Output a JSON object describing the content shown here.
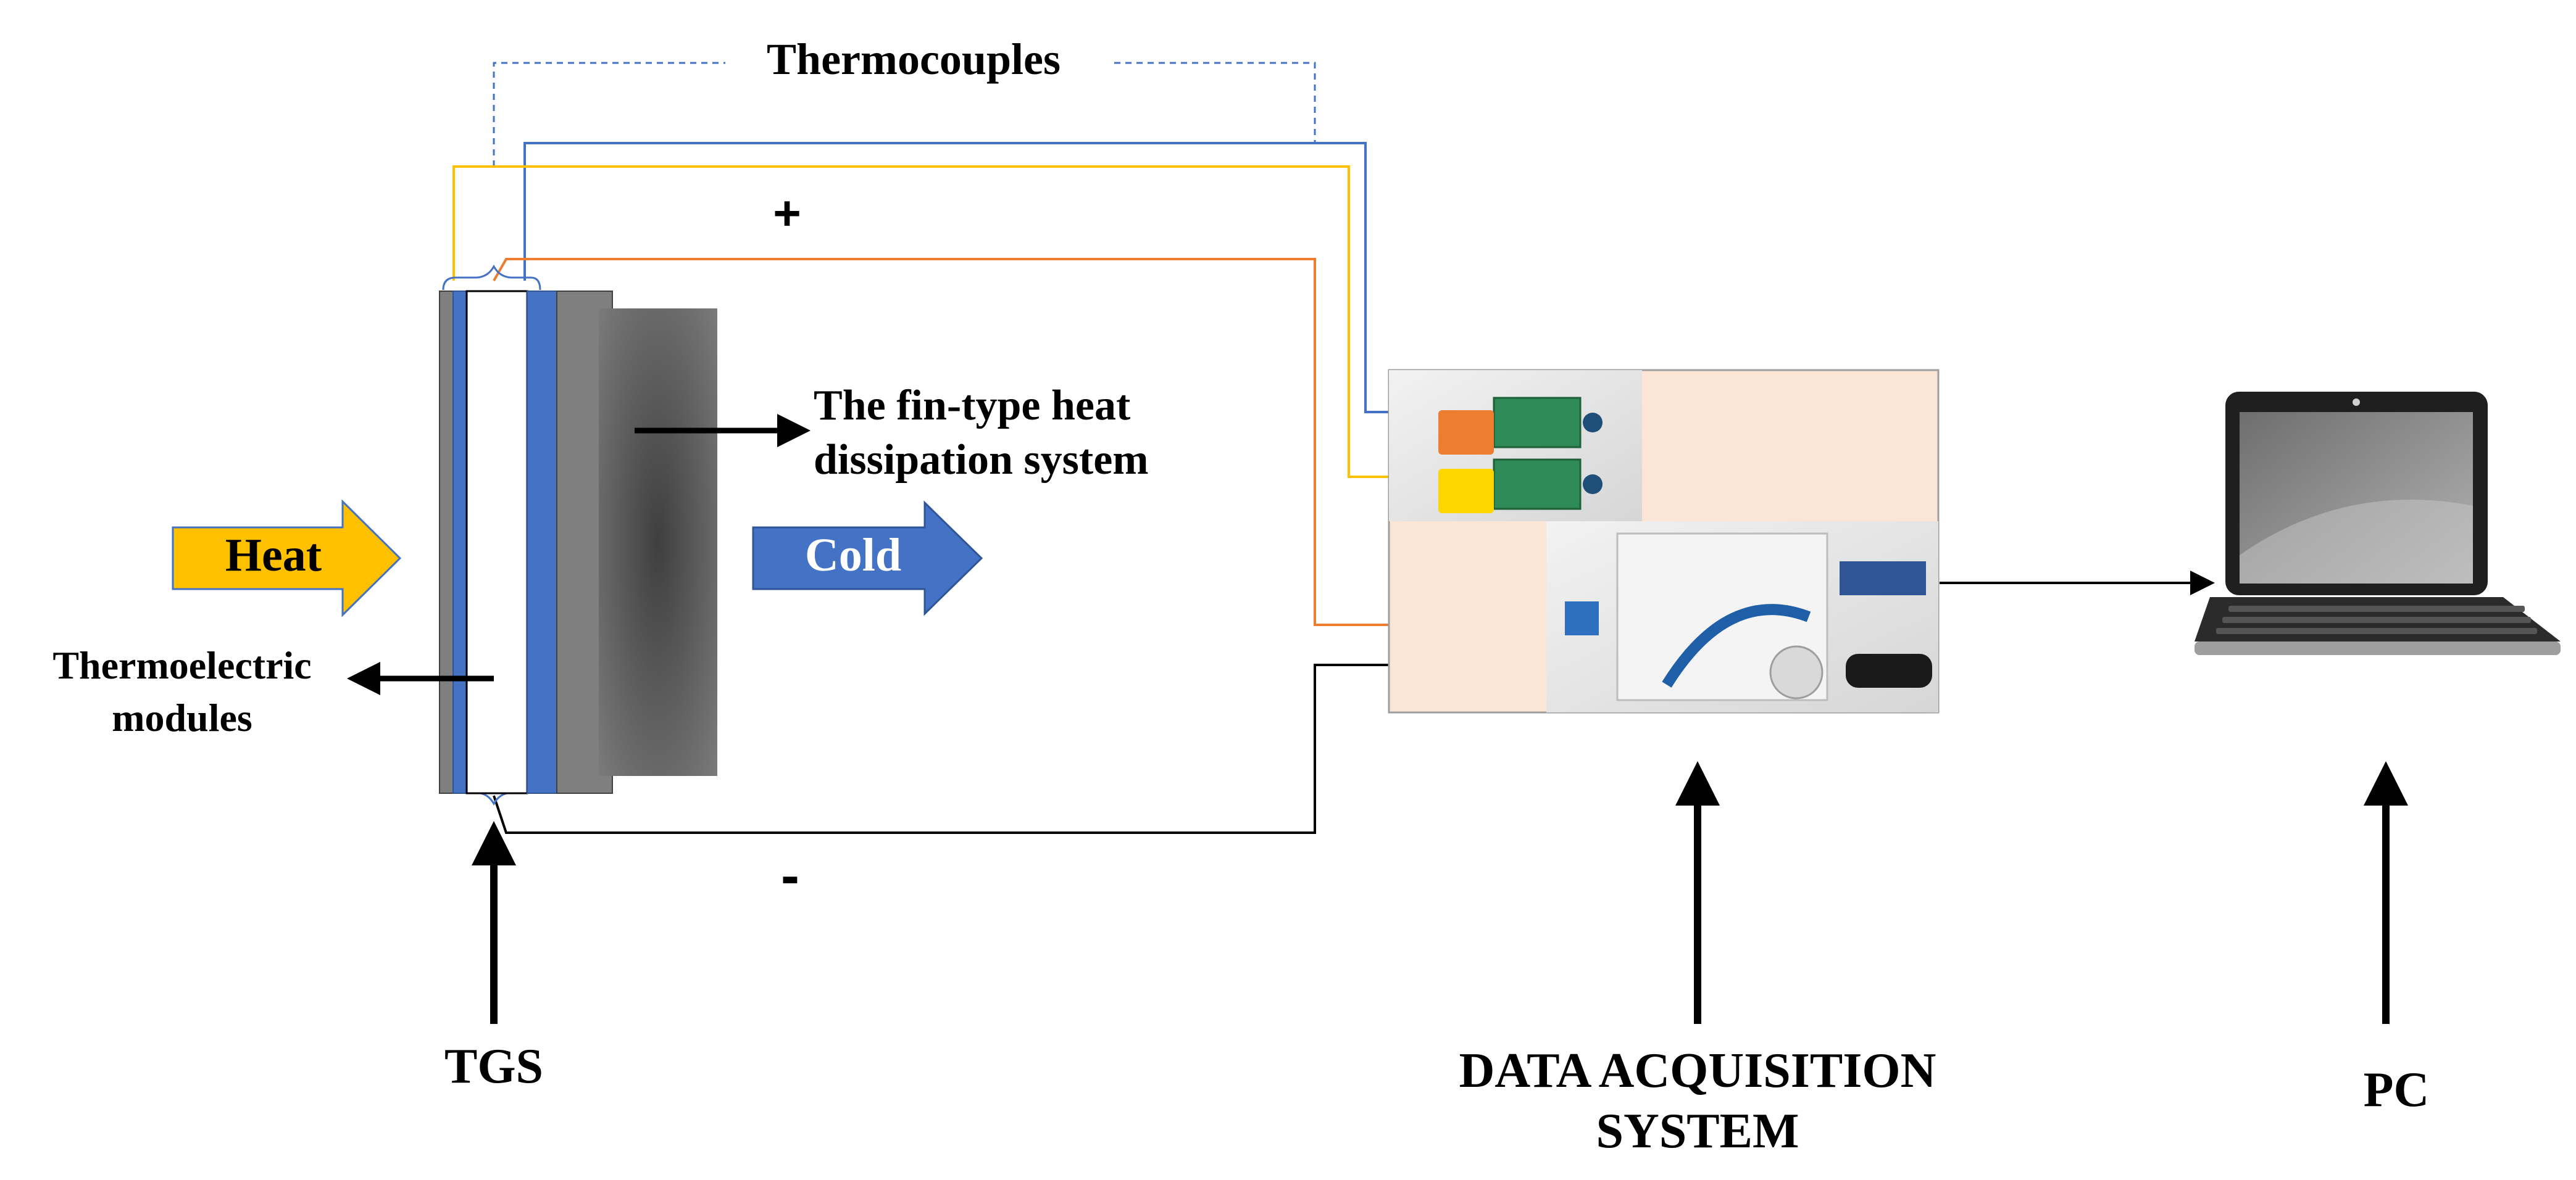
{
  "labels": {
    "thermocouples": "Thermocouples",
    "plus": "+",
    "minus": "-",
    "heat": "Heat",
    "cold": "Cold",
    "fin_line1": "The fin-type heat",
    "fin_line2": "dissipation system",
    "te_line1": "Thermoelectric",
    "te_line2": "modules",
    "tgs": "TGS",
    "daq_line1": "DATA ACQUISITION",
    "daq_line2": "SYSTEM",
    "pc": "PC"
  },
  "colors": {
    "heat_arrow": "#FFC000",
    "cold_arrow": "#4472C4",
    "wire_blue": "#4472C4",
    "wire_yellow": "#FFC000",
    "wire_orange": "#ED7D31",
    "wire_black": "#000000",
    "module_blue": "#4472C4",
    "plate_gray": "#7F7F7F",
    "daq_background": "#FBE5D6"
  },
  "icons": {
    "laptop": "laptop-icon",
    "daq_photo": "microcontroller-board-photo"
  }
}
